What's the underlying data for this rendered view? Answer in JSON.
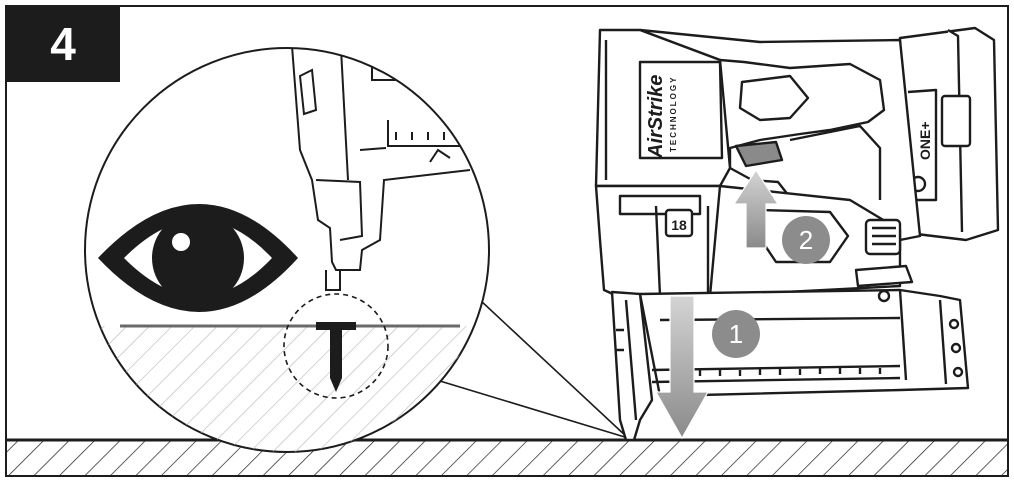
{
  "step": {
    "number": "4"
  },
  "tool": {
    "brand_text": "AirStrike",
    "brand_subtext": "TECHNOLOGY",
    "battery_text": "ONE+",
    "magazine_badge": "18"
  },
  "callouts": [
    {
      "number": "1"
    },
    {
      "number": "2"
    }
  ],
  "icons": [
    "eye-icon",
    "arrow-down-icon",
    "arrow-up-icon"
  ],
  "colors": {
    "ink": "#1c1c1c",
    "arrow_gray": "#9a9a9a",
    "callout_gray": "#8c8c8c",
    "background": "#ffffff"
  }
}
